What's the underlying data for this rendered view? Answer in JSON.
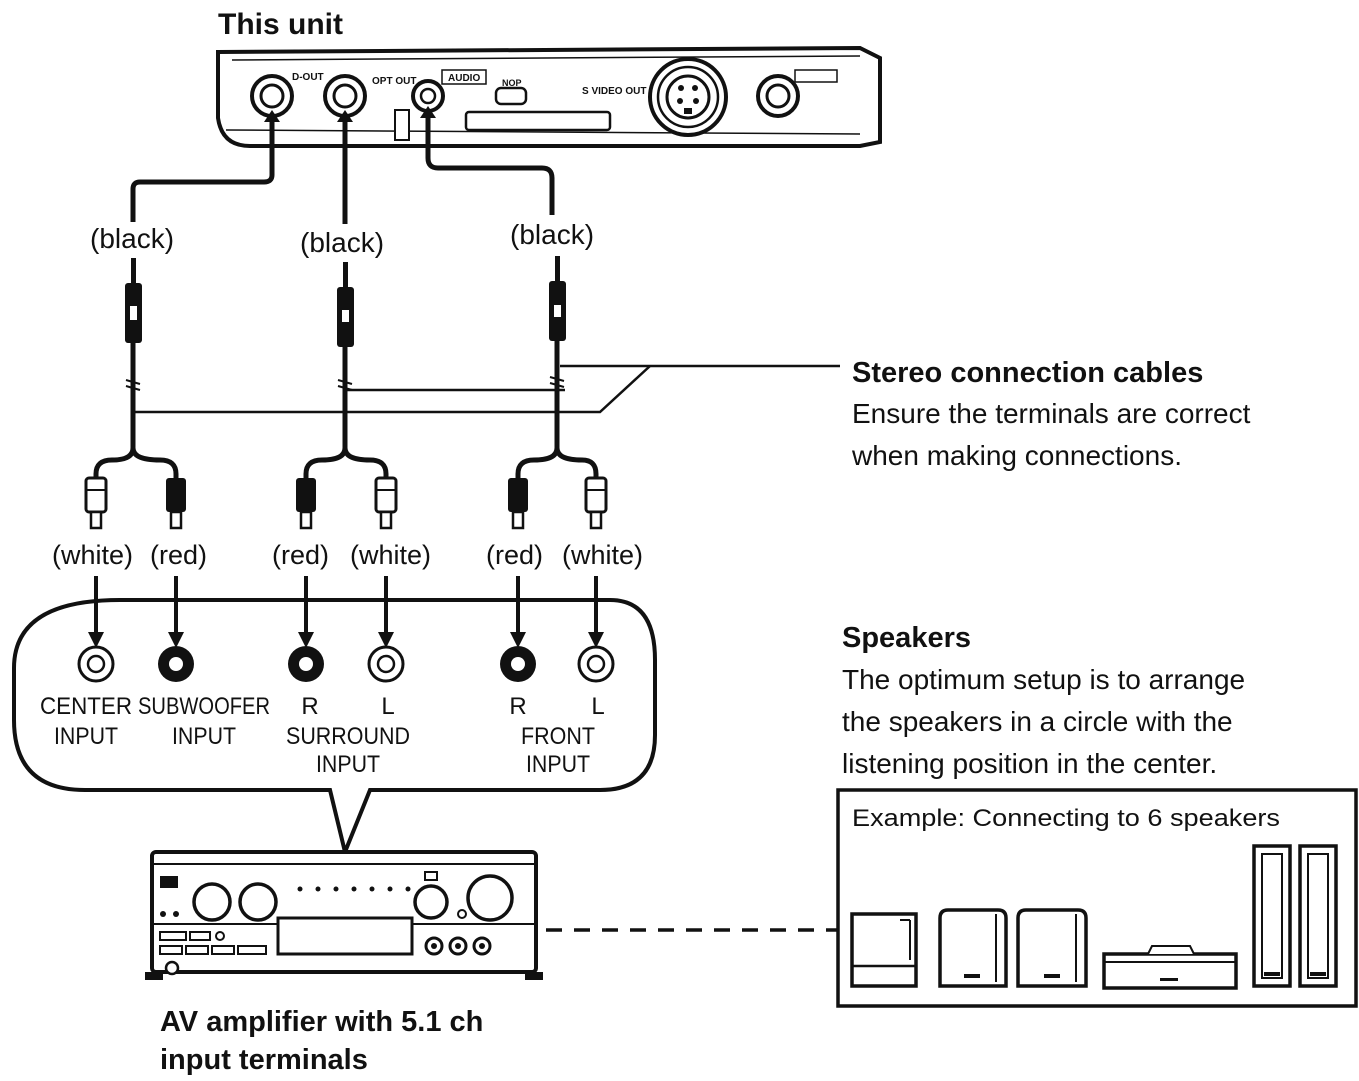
{
  "unit": {
    "title": "This unit",
    "ports": {
      "dout": "D-OUT",
      "optout": "OPT OUT",
      "audio": "AUDIO",
      "npp": "NOP",
      "svideo": "S VIDEO OUT"
    }
  },
  "plugs": {
    "left": "(black)",
    "middle": "(black)",
    "right": "(black)"
  },
  "rca_colors": {
    "a": "(white)",
    "b": "(red)",
    "c": "(red)",
    "d": "(white)",
    "e": "(red)",
    "f": "(white)"
  },
  "cables": {
    "title": "Stereo connection cables",
    "line1": "Ensure the terminals are correct",
    "line2": "when making connections."
  },
  "inputs": {
    "center_1": "CENTER",
    "center_2": "INPUT",
    "sub_1": "SUBWOOFER",
    "sub_2": "INPUT",
    "surround_r": "R",
    "surround_l": "L",
    "surround_1": "SURROUND",
    "surround_2": "INPUT",
    "front_r": "R",
    "front_l": "L",
    "front_1": "FRONT",
    "front_2": "INPUT"
  },
  "speakers": {
    "title": "Speakers",
    "line1": "The optimum setup is to arrange",
    "line2": "the speakers in a circle with the",
    "line3": "listening position in the center.",
    "example": "Example:  Connecting to 6 speakers"
  },
  "amplifier": {
    "line1": "AV amplifier with 5.1 ch",
    "line2": "input terminals"
  },
  "colors": {
    "ink": "#111111",
    "paper": "#ffffff"
  }
}
